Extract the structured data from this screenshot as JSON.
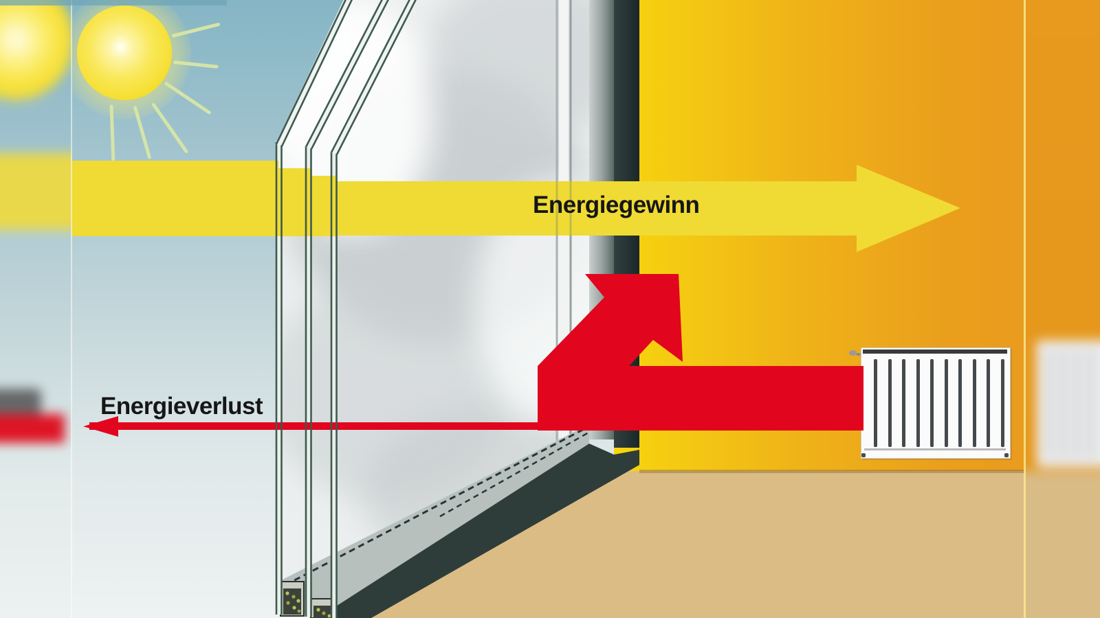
{
  "diagram": {
    "type": "energy-flow-through-triple-glazed-window",
    "labels": {
      "energy_gain": "Energiegewinn",
      "energy_loss": "Energieverlust"
    },
    "arrows": {
      "energy_gain": {
        "color_name": "yellow",
        "direction": "from sun outside, through glazing, into room"
      },
      "energy_loss": {
        "color_name": "red-thin",
        "direction": "small loss from room through glazing to outside"
      },
      "reflected_heat": {
        "color_name": "red-thick",
        "direction": "radiator heat reflected by glazing back into room"
      }
    },
    "window": {
      "pane_count": 3
    },
    "radiator": {
      "fin_count": 10
    },
    "sun": {
      "ray_count": 6
    },
    "colors": {
      "sky_top": "#85B5C5",
      "sky_bottom": "#EEF2F2",
      "sun": "#F6DE2E",
      "gain_arrow": "#EFDB33",
      "loss_arrow": "#E1061E",
      "wall_near": "#F8D60C",
      "wall_far": "#E8981E",
      "floor": "#DCBC85",
      "frame": "#243335",
      "pane_edge": "#3F5A4E",
      "radiator_body": "#FBFBFB",
      "radiator_fin": "#45494C",
      "label_text": "#161616"
    }
  }
}
